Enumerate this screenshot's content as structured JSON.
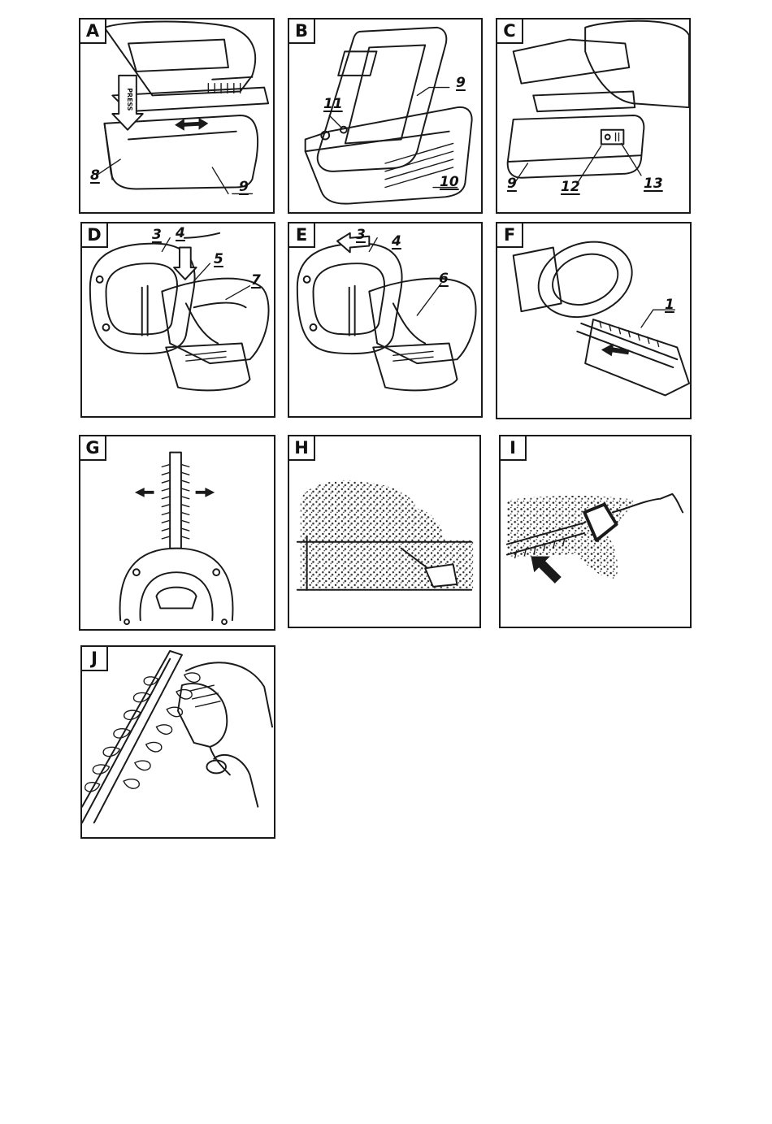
{
  "panels": [
    {
      "letter": "A",
      "labels": [
        "8",
        "9"
      ],
      "press_text": "PRESS"
    },
    {
      "letter": "B",
      "labels": [
        "9",
        "10",
        "11"
      ]
    },
    {
      "letter": "C",
      "labels": [
        "9",
        "12",
        "13"
      ]
    },
    {
      "letter": "D",
      "labels": [
        "3",
        "4",
        "5",
        "7"
      ]
    },
    {
      "letter": "E",
      "labels": [
        "3",
        "4",
        "6"
      ]
    },
    {
      "letter": "F",
      "labels": [
        "1"
      ]
    },
    {
      "letter": "G",
      "labels": []
    },
    {
      "letter": "H",
      "labels": []
    },
    {
      "letter": "I",
      "labels": []
    },
    {
      "letter": "J",
      "labels": []
    }
  ]
}
